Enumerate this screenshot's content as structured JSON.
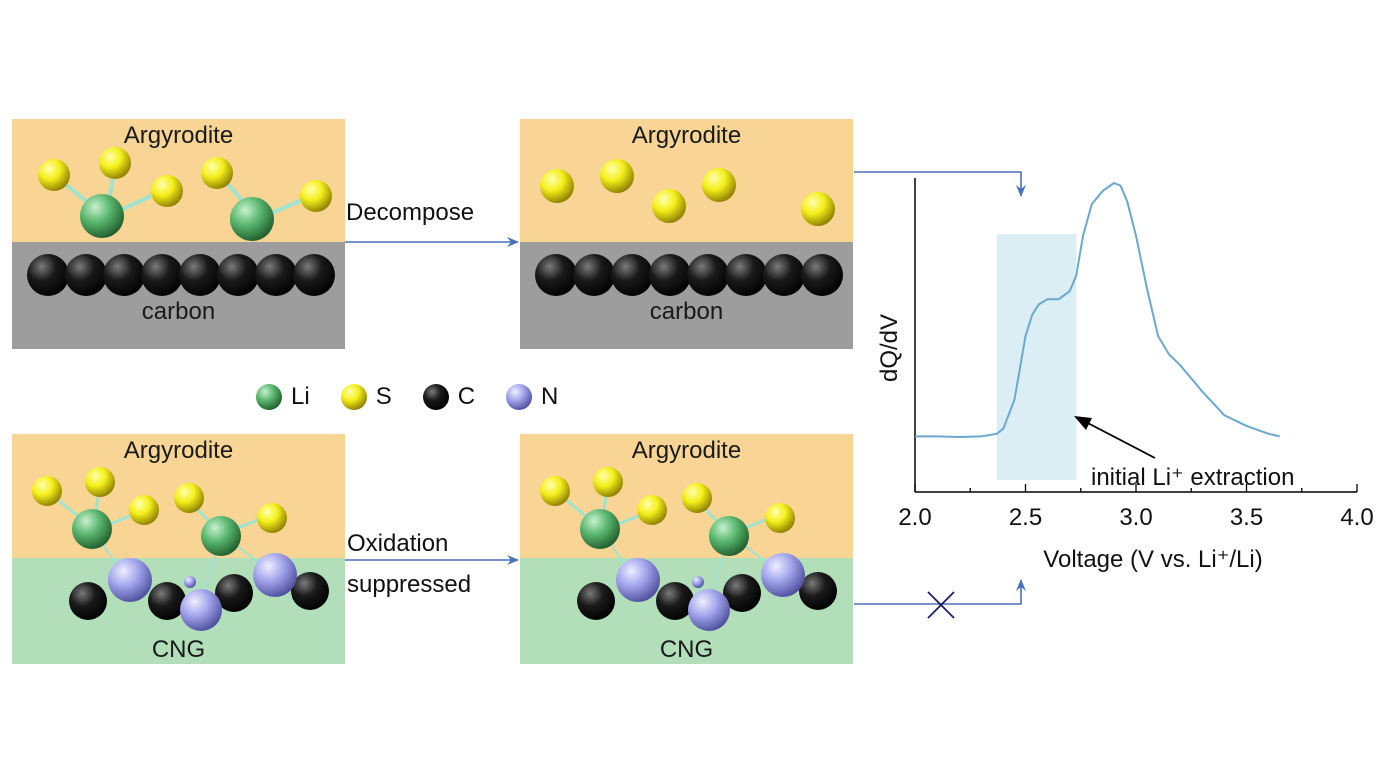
{
  "panels": {
    "top_left": {
      "top_label": "Argyrodite",
      "bottom_label": "carbon"
    },
    "top_right": {
      "top_label": "Argyrodite",
      "bottom_label": "carbon"
    },
    "bottom_left": {
      "top_label": "Argyrodite",
      "bottom_label": "CNG"
    },
    "bottom_right": {
      "top_label": "Argyrodite",
      "bottom_label": "CNG"
    }
  },
  "arrows": {
    "top": "Decompose",
    "bottom_line1": "Oxidation",
    "bottom_line2": "suppressed"
  },
  "legend": [
    {
      "symbol": "Li",
      "color": "#5bb870"
    },
    {
      "symbol": "S",
      "color": "#f4ef1a"
    },
    {
      "symbol": "C",
      "color": "#1a1a1a"
    },
    {
      "symbol": "N",
      "color": "#a3a6ec"
    }
  ],
  "colors": {
    "argyrodite": "#f8d594",
    "carbon": "#9d9d9d",
    "cng": "#b2dfba",
    "arrow": "#4a72b8",
    "curve": "#6aa8d0",
    "highlight": "#daeef4"
  },
  "chart_data": {
    "type": "line",
    "ylabel": "dQ/dV",
    "xlabel": "Voltage (V vs. Li⁺/Li)",
    "xlim": [
      2.0,
      4.0
    ],
    "xticks": [
      "2.0",
      "2.5",
      "3.0",
      "3.5",
      "4.0"
    ],
    "annotation": "initial Li⁺ extraction",
    "highlight_range": [
      2.37,
      2.73
    ],
    "series": [
      {
        "x": [
          2.0,
          2.1,
          2.2,
          2.3,
          2.37,
          2.4,
          2.45,
          2.5,
          2.53,
          2.56,
          2.6,
          2.65,
          2.7,
          2.73,
          2.76,
          2.8,
          2.85,
          2.9,
          2.93,
          2.96,
          3.0,
          3.05,
          3.1,
          3.15,
          3.2,
          3.3,
          3.4,
          3.5,
          3.6,
          3.65
        ],
        "y": [
          0.04,
          0.04,
          0.038,
          0.04,
          0.05,
          0.07,
          0.18,
          0.42,
          0.5,
          0.54,
          0.56,
          0.56,
          0.59,
          0.65,
          0.8,
          0.92,
          0.97,
          1.0,
          0.99,
          0.93,
          0.8,
          0.6,
          0.42,
          0.35,
          0.31,
          0.21,
          0.12,
          0.08,
          0.05,
          0.04
        ]
      }
    ]
  }
}
